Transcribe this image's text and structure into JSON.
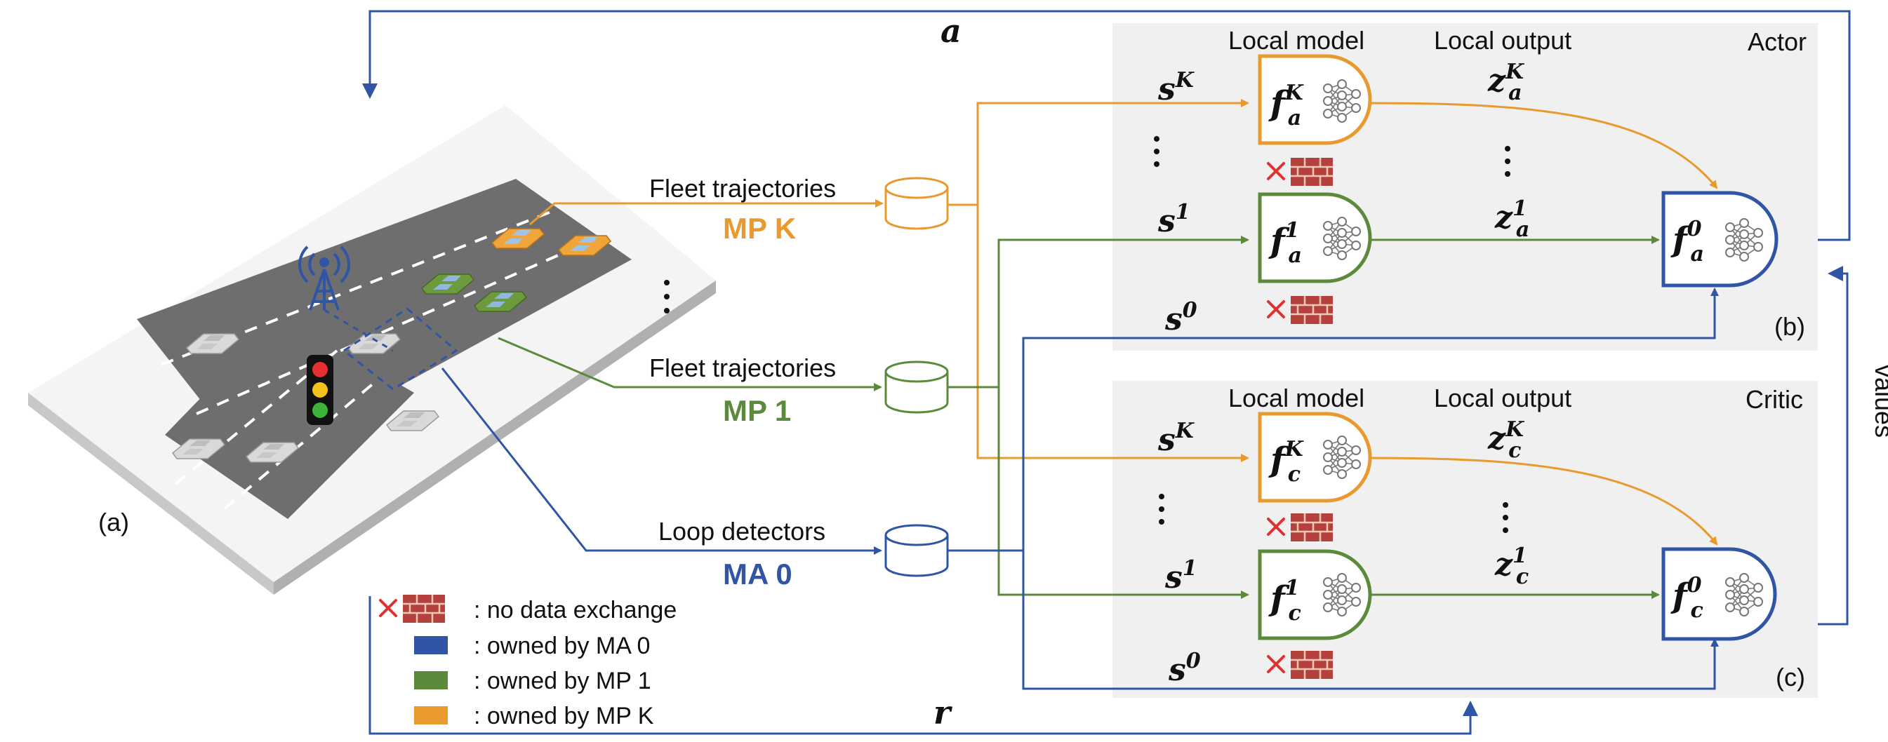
{
  "colors": {
    "ma": "#2f55a4",
    "mp1": "#5b8a3a",
    "mpk": "#e89a2e",
    "panel_bg": "#f0f0f0",
    "cross": "#e03030",
    "brick": "#b4413c"
  },
  "icons": [
    "traffic-light-icon",
    "antenna-icon",
    "database-icon",
    "neural-network-icon",
    "firewall-icon"
  ],
  "panel_a": {
    "label": "(a)"
  },
  "arrows": {
    "top": "a",
    "bottom": "r",
    "values": "values"
  },
  "sources": [
    {
      "title": "Fleet trajectories",
      "owner": "MP K"
    },
    {
      "title": "Fleet trajectories",
      "owner": "MP 1"
    },
    {
      "title": "Loop detectors",
      "owner": "MA 0"
    }
  ],
  "actor": {
    "title": "Actor",
    "tag": "(b)",
    "local_model": "Local model",
    "local_output": "Local output",
    "states": {
      "k": "K",
      "one": "1",
      "zero": "0"
    },
    "models": {
      "k": "K",
      "one": "1",
      "server": "0",
      "sub": "a"
    },
    "outputs": {
      "k": "K",
      "one": "1"
    }
  },
  "critic": {
    "title": "Critic",
    "tag": "(c)",
    "local_model": "Local model",
    "local_output": "Local output",
    "states": {
      "k": "K",
      "one": "1",
      "zero": "0"
    },
    "models": {
      "k": "K",
      "one": "1",
      "server": "0",
      "sub": "c"
    },
    "outputs": {
      "k": "K",
      "one": "1"
    }
  },
  "legend": [
    {
      "icon": "firewall-icon",
      "text": ": no data exchange"
    },
    {
      "swatch": "#2f55a4",
      "text": ": owned by MA 0"
    },
    {
      "swatch": "#5b8a3a",
      "text": ": owned by MP 1"
    },
    {
      "swatch": "#e89a2e",
      "text": ": owned by MP K"
    }
  ]
}
